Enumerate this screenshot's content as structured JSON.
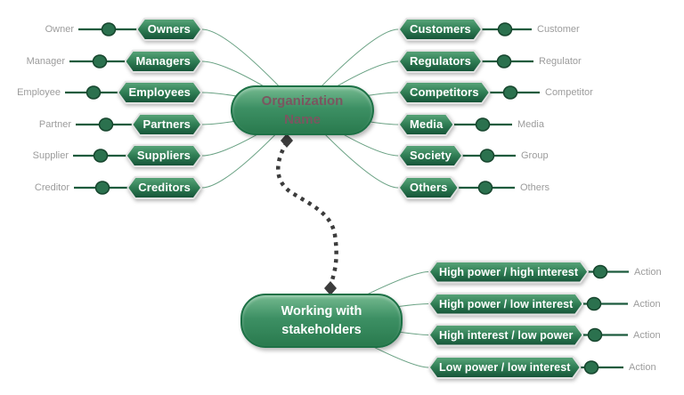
{
  "center_node": {
    "line1": "Organization",
    "line2": "Name"
  },
  "stakeholders_node": {
    "line1": "Working with",
    "line2": "stakeholders"
  },
  "left_branches": [
    {
      "node": "Owners",
      "leaf": "Owner"
    },
    {
      "node": "Managers",
      "leaf": "Manager"
    },
    {
      "node": "Employees",
      "leaf": "Employee"
    },
    {
      "node": "Partners",
      "leaf": "Partner"
    },
    {
      "node": "Suppliers",
      "leaf": "Supplier"
    },
    {
      "node": "Creditors",
      "leaf": "Creditor"
    }
  ],
  "right_branches": [
    {
      "node": "Customers",
      "leaf": "Customer"
    },
    {
      "node": "Regulators",
      "leaf": "Regulator"
    },
    {
      "node": "Competitors",
      "leaf": "Competitor"
    },
    {
      "node": "Media",
      "leaf": "Media"
    },
    {
      "node": "Society",
      "leaf": "Group"
    },
    {
      "node": "Others",
      "leaf": "Others"
    }
  ],
  "strategy_branches": [
    {
      "node": "High power / high interest",
      "leaf": "Action"
    },
    {
      "node": "High power / low interest",
      "leaf": "Action"
    },
    {
      "node": "High interest / low power",
      "leaf": "Action"
    },
    {
      "node": "Low power / low interest",
      "leaf": "Action"
    }
  ],
  "colors": {
    "hex_gradient_top": "#57a378",
    "hex_gradient_bottom": "#175539",
    "hex_border": "#e3e3e3",
    "pill_gradient_top": "#74b98f",
    "pill_gradient_bottom": "#297a4e",
    "pill_border": "#1d7146",
    "branch_line": "#1c5b3d",
    "connector_line": "#69a183",
    "junction_fill": "#2b714e",
    "junction_stroke": "#16452d",
    "leaf_text": "#9c9c9c",
    "center_text": "#7b5660",
    "link_arrow": "#3c3c3c"
  }
}
